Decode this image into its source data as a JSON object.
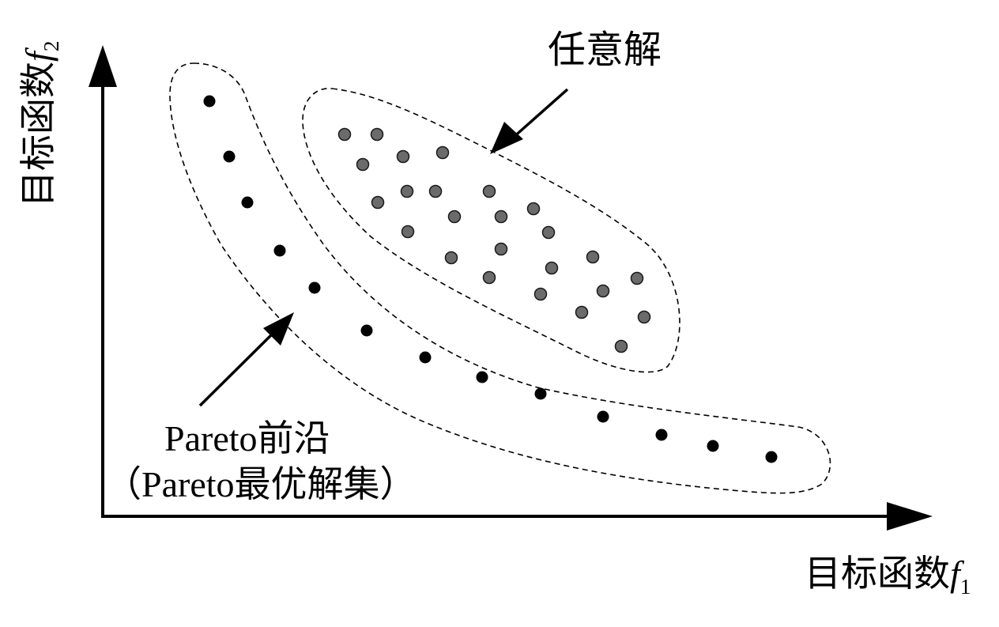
{
  "labels": {
    "x_axis": "目标函数",
    "x_axis_var": "f",
    "x_axis_sub": "1",
    "y_axis": "目标函数",
    "y_axis_var": "f",
    "y_axis_sub": "2",
    "arbitrary_solutions": "任意解",
    "pareto_front": "Pareto前沿",
    "pareto_optimal_set": "（Pareto最优解集）"
  },
  "colors": {
    "axis": "#000000",
    "pareto_point": "#000000",
    "arbitrary_point_fill": "#6b6b6b",
    "arbitrary_point_stroke": "#1a1a1a",
    "boundary": "#000000"
  }
}
